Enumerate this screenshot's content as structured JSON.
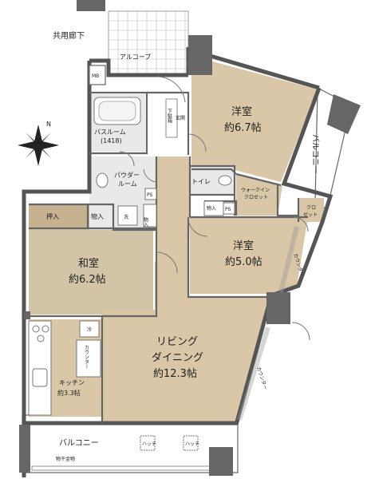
{
  "labels": {
    "corridor": "共用廊下",
    "alcove": "アルコーブ",
    "mb": "MB",
    "shoes": "下駄箱",
    "genkan": "玄関",
    "bathroom_l1": "バスルーム",
    "bathroom_l2": "(1418)",
    "powder_l1": "パウダー",
    "powder_l2": "ルーム",
    "ps": "PS",
    "wash": "洗",
    "storage": "物入",
    "toilet": "トイレ",
    "wic_l1": "ウォークイン",
    "wic_l2": "クロゼット",
    "closet_l1": "クロ",
    "closet_l2": "ゼット",
    "western1_name": "洋室",
    "western1_size": "約6.7帖",
    "western2_name": "洋室",
    "western2_size": "約5.0帖",
    "japanese_name": "和室",
    "japanese_size": "約6.2帖",
    "oshiire": "押入",
    "fridge": "冷",
    "counter": "カウンター",
    "living_l1": "リビング",
    "living_l2": "ダイニング",
    "living_l3": "約12.3帖",
    "kitchen_l1": "キッチン",
    "kitchen_l2": "約3.3帖",
    "balcony_right": "バルコニー",
    "balcony_bottom": "バルコニー",
    "laundry": "物干金物",
    "hatch": "ハッチ",
    "compass": "N"
  },
  "colors": {
    "wall": "#555555",
    "floor_wood": "#d9c7a8",
    "floor_tatami": "#d2c4a6",
    "floor_gray": "#e9e9e9",
    "oshiire": "#c6b291",
    "balcony": "#ffffff"
  }
}
